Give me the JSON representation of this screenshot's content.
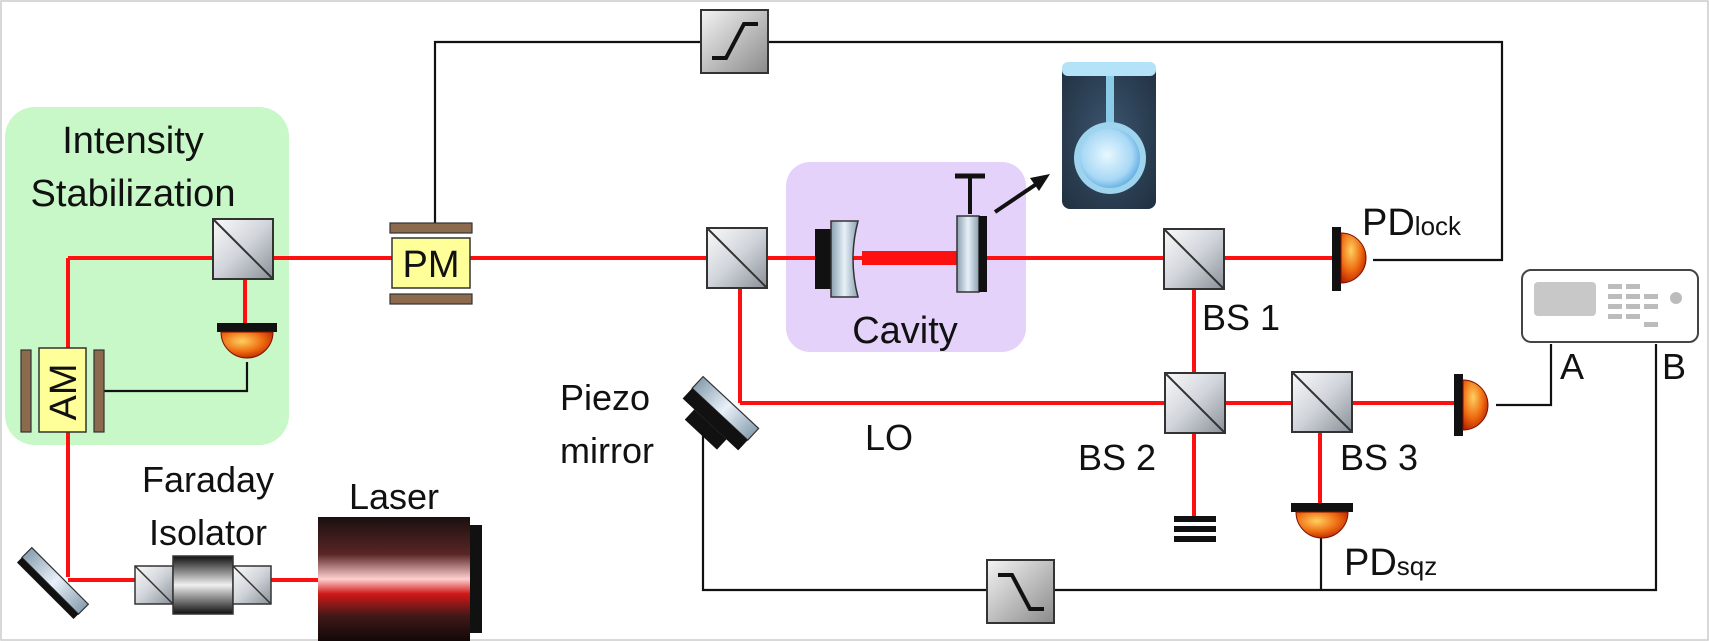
{
  "labels": {
    "intensity_line1": "Intensity",
    "intensity_line2": "Stabilization",
    "pm": "PM",
    "am": "AM",
    "cavity": "Cavity",
    "pd_lock_main": "PD",
    "pd_lock_sub": "lock",
    "bs1": "BS 1",
    "bs2": "BS 2",
    "bs3": "BS 3",
    "piezo_line1": "Piezo",
    "piezo_line2": "mirror",
    "lo": "LO",
    "faraday_line1": "Faraday",
    "faraday_line2": "Isolator",
    "laser": "Laser",
    "pd_sqz_main": "PD",
    "pd_sqz_sub": "sqz",
    "port_a": "A",
    "port_b": "B"
  },
  "colors": {
    "beam": "#ff1010",
    "intensity_box": "#c8f7c8",
    "cavity_box": "#e4d2fa",
    "modulator": "#ffff99",
    "modulator_plate": "#8b6a4e",
    "wire": "#111111",
    "detector": "#e84a10"
  },
  "icons": {
    "high_pass_filter": "high-pass-filter-icon",
    "low_pass_filter": "low-pass-filter-icon",
    "spectrum_analyzer": "spectrum-analyzer-icon",
    "microresonator_photo": "microresonator-photo"
  }
}
